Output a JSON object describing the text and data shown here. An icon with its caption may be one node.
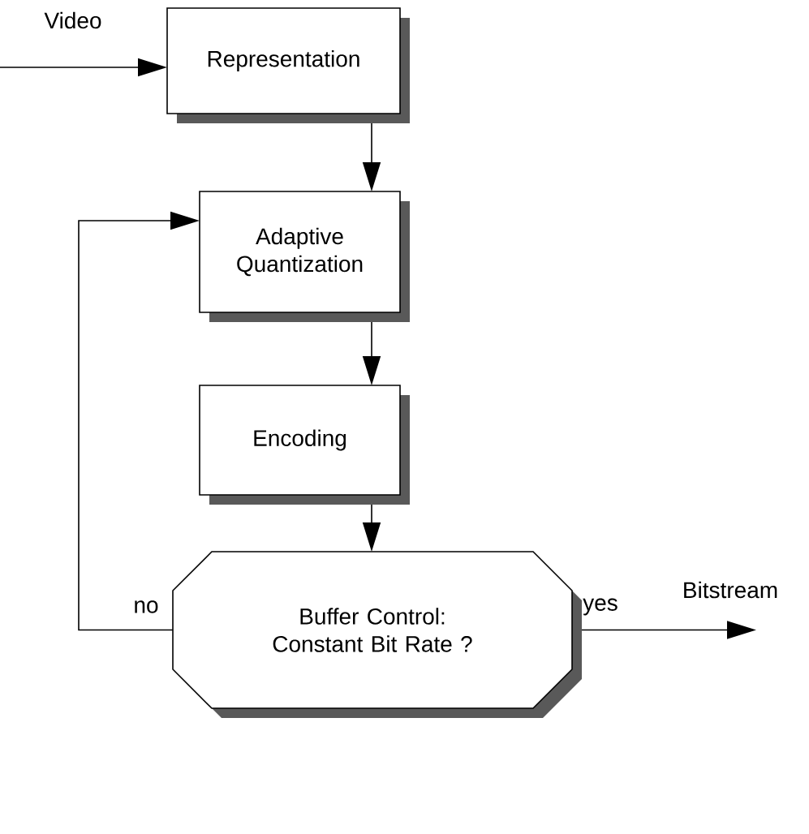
{
  "diagram": {
    "nodes": [
      {
        "text": [
          "Representation"
        ]
      },
      {
        "text": [
          "Adaptive Quantization"
        ]
      },
      {
        "text": [
          "Encoding"
        ]
      },
      {
        "text": [
          "Buffer Control: Constant Bit Rate ?"
        ]
      }
    ],
    "edges": [
      {
        "from": null,
        "to": 0,
        "arrow": "to",
        "label": "Video"
      },
      {
        "from": 0,
        "to": 1,
        "arrow": "to"
      },
      {
        "from": 1,
        "to": 2,
        "arrow": "to"
      },
      {
        "from": 2,
        "to": 3,
        "arrow": "to"
      },
      {
        "from": 3,
        "to": 1,
        "arrow": "to",
        "label": "no"
      },
      {
        "from": 3,
        "to": null,
        "arrow": "to",
        "label": "yes"
      }
    ],
    "labels": [
      "Bitstream"
    ]
  }
}
